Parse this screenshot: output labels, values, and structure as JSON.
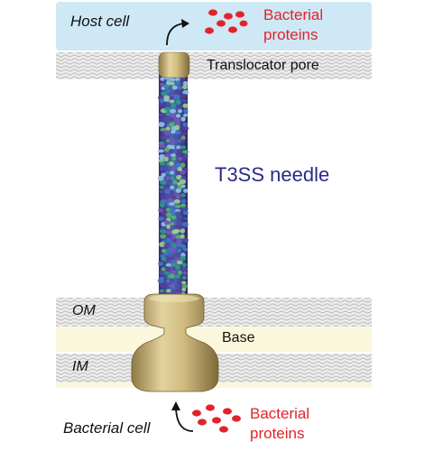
{
  "labels": {
    "host_cell": "Host cell",
    "bacterial_proteins_top_line1": "Bacterial",
    "bacterial_proteins_top_line2": "proteins",
    "translocator_pore": "Translocator pore",
    "t3ss_needle": "T3SS needle",
    "om": "OM",
    "base": "Base",
    "im": "IM",
    "bacterial_cell": "Bacterial cell",
    "bacterial_proteins_bottom_line1": "Bacterial",
    "bacterial_proteins_bottom_line2": "proteins"
  },
  "colors": {
    "host_cell_fill": "#cfe8f5",
    "membrane_fill": "#e9e9e9",
    "base_region_fill": "#fbf7dc",
    "protein_red": "#e0242c",
    "needle_label": "#2a2a8c",
    "complex_gold": "#c9b27a"
  },
  "icons": {
    "export_arrow": "curved-up-right-arrow",
    "import_arrow": "curved-up-arrow"
  }
}
